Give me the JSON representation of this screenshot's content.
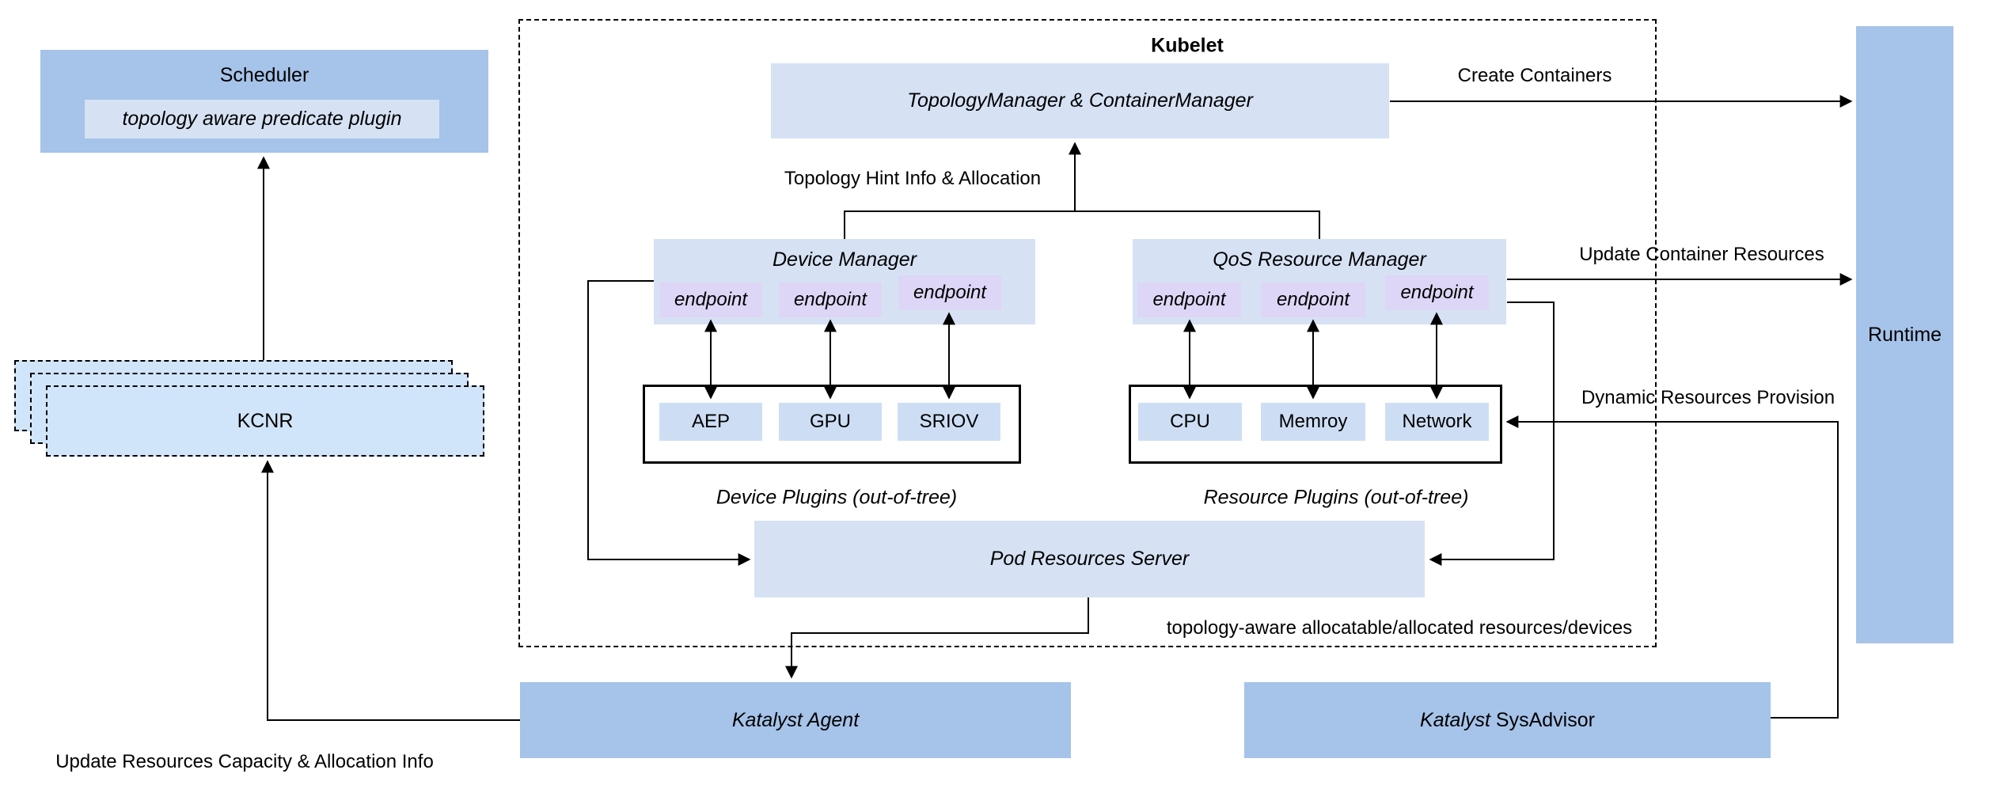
{
  "colors": {
    "medium_blue": "#a6c3e9",
    "light_blue": "#d6e2f4",
    "chip_blue": "#cddef4",
    "lavender": "#ded6f6",
    "kcnr_blue": "#d1e5fa",
    "line": "#000000",
    "background": "#ffffff"
  },
  "scheduler": {
    "title": "Scheduler",
    "plugin_label": "topology aware predicate plugin"
  },
  "kcnr": {
    "label": "KCNR"
  },
  "kubelet": {
    "title": "Kubelet",
    "topology_manager_label": "TopologyManager & ContainerManager",
    "device_manager": {
      "title": "Device Manager",
      "endpoints": [
        "endpoint",
        "endpoint",
        "endpoint"
      ]
    },
    "qos_resource_manager": {
      "title": "QoS Resource Manager",
      "endpoints": [
        "endpoint",
        "endpoint",
        "endpoint"
      ]
    },
    "pod_resources_server_label": "Pod Resources Server",
    "footnote": "topology-aware allocatable/allocated resources/devices"
  },
  "device_plugins": {
    "items": [
      "AEP",
      "GPU",
      "SRIOV"
    ],
    "caption": "Device Plugins (out-of-tree)"
  },
  "resource_plugins": {
    "items": [
      "CPU",
      "Memroy",
      "Network"
    ],
    "caption": "Resource Plugins (out-of-tree)"
  },
  "runtime": {
    "label": "Runtime"
  },
  "katalyst_agent": {
    "label": "Katalyst Agent"
  },
  "katalyst_sysadvisor": {
    "label_italic": "Katalyst",
    "label_regular": " SysAdvisor"
  },
  "edge_labels": {
    "create_containers": "Create Containers",
    "topology_hint": "Topology Hint Info & Allocation",
    "update_container_resources": "Update Container Resources",
    "dynamic_resources_provision": "Dynamic Resources Provision",
    "update_resources_capacity": "Update Resources Capacity & Allocation Info"
  }
}
